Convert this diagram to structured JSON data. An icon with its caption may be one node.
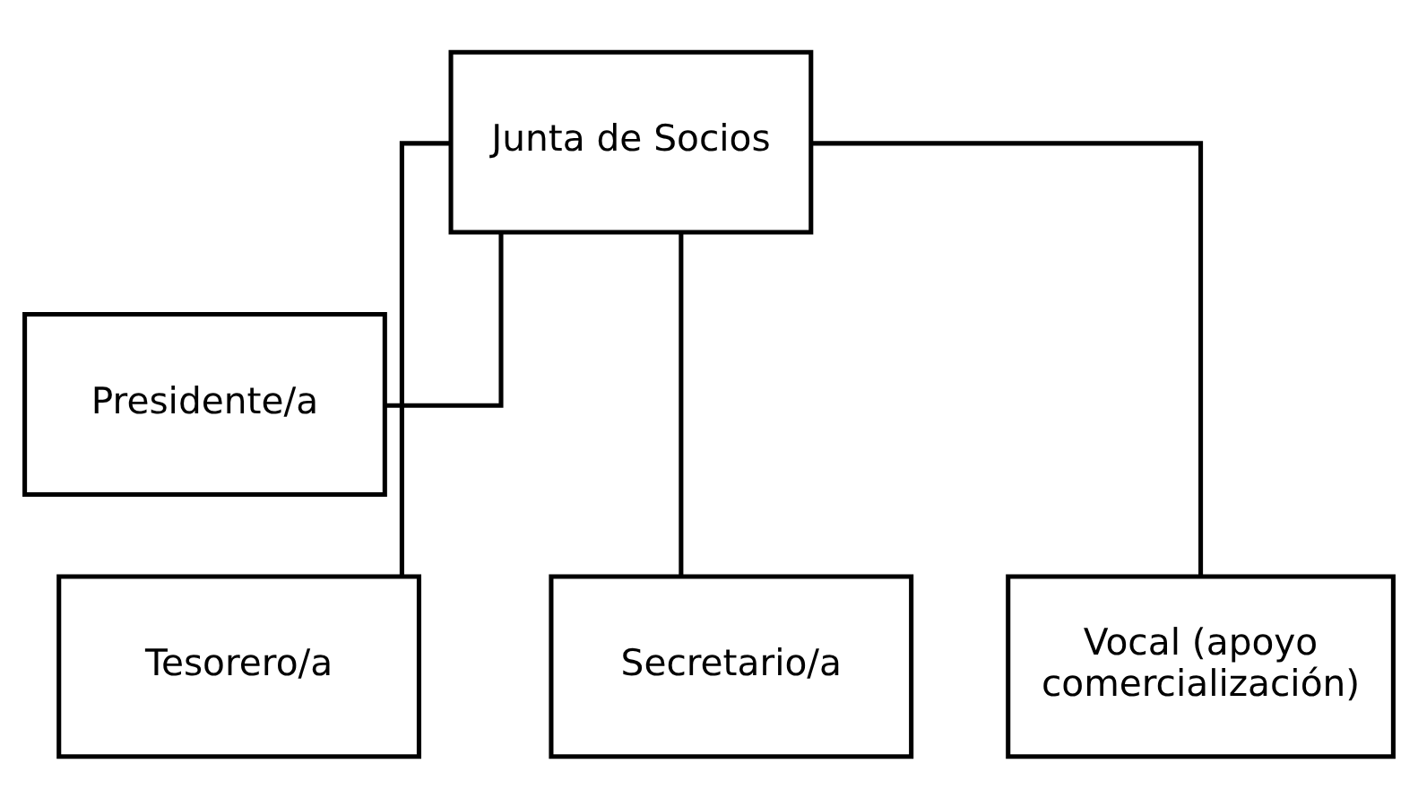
{
  "diagram": {
    "nodes": [
      {
        "text": [
          "Junta de Socios"
        ]
      },
      {
        "text": [
          "Presidente/a"
        ]
      },
      {
        "text": [
          "Secretario/a"
        ]
      },
      {
        "text": [
          "Tesorero/a"
        ]
      },
      {
        "text": [
          "Vocal (apoyo comercialización)"
        ]
      }
    ],
    "edges": [
      {
        "from": 0,
        "to": 1,
        "arrow": "none"
      },
      {
        "from": 0,
        "to": 2,
        "arrow": "none"
      },
      {
        "from": 0,
        "to": 3,
        "arrow": "none"
      },
      {
        "from": 0,
        "to": 4,
        "arrow": "none"
      }
    ]
  }
}
